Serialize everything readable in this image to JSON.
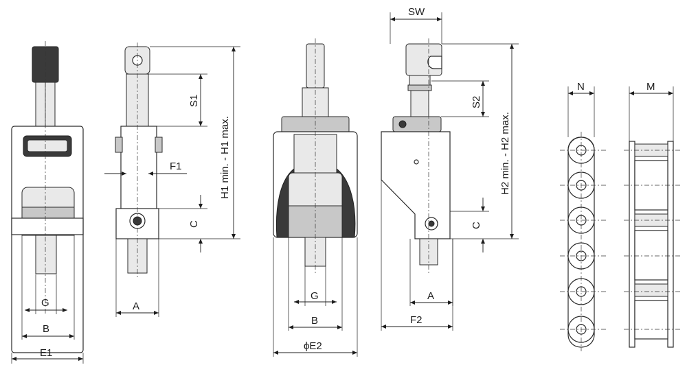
{
  "labels": {
    "v1_g": "G",
    "v1_b": "B",
    "v1_e1": "E1",
    "v2_f1": "F1",
    "v2_s1": "S1",
    "v2_c": "C",
    "v2_a": "A",
    "v2_h1": "H1 min. - H1 max.",
    "v3_g": "G",
    "v3_b": "B",
    "v3_e2": "ϕE2",
    "v4_sw": "SW",
    "v4_s2": "S2",
    "v4_c": "C",
    "v4_a": "A",
    "v4_f2": "F2",
    "v4_h2": "H2 min. - H2 max.",
    "chain_n": "N",
    "chain_m": "M"
  },
  "colors": {
    "line": "#1c1c1c",
    "body_dark": "#3a3a3a",
    "body_mid": "#c8c8c8"
  }
}
